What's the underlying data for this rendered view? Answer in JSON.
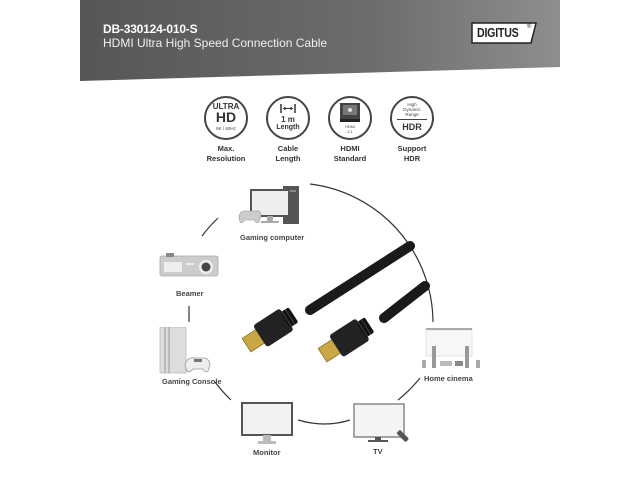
{
  "header": {
    "sku": "DB-330124-010-S",
    "subtitle": "HDMI Ultra High Speed Connection Cable",
    "brand": "DIGITUS",
    "brand_mark": "®",
    "background_color": "#5a5a5a"
  },
  "features": [
    {
      "icon": "ultra-hd-icon",
      "line1": "ULTRA",
      "line2": "HD",
      "line3": "8K / 60Hz",
      "label_top": "Max.",
      "label_bottom": "Resolution"
    },
    {
      "icon": "cable-length-icon",
      "line1": "1 m",
      "line2": "Length",
      "label_top": "Cable",
      "label_bottom": "Length"
    },
    {
      "icon": "hdmi-standard-icon",
      "line1": "HDMI",
      "line2": "2.1",
      "label_top": "HDMI",
      "label_bottom": "Standard"
    },
    {
      "icon": "hdr-icon",
      "line1": "High",
      "line2": "Dynamic",
      "line3": "Range",
      "line4": "HDR",
      "label_top": "Support",
      "label_bottom": "HDR"
    }
  ],
  "devices": [
    {
      "name": "gaming-computer",
      "label": "Gaming computer"
    },
    {
      "name": "beamer",
      "label": "Beamer"
    },
    {
      "name": "gaming-console",
      "label": "Gaming Console"
    },
    {
      "name": "monitor",
      "label": "Monitor"
    },
    {
      "name": "tv",
      "label": "TV"
    },
    {
      "name": "home-cinema",
      "label": "Home cinema"
    }
  ]
}
